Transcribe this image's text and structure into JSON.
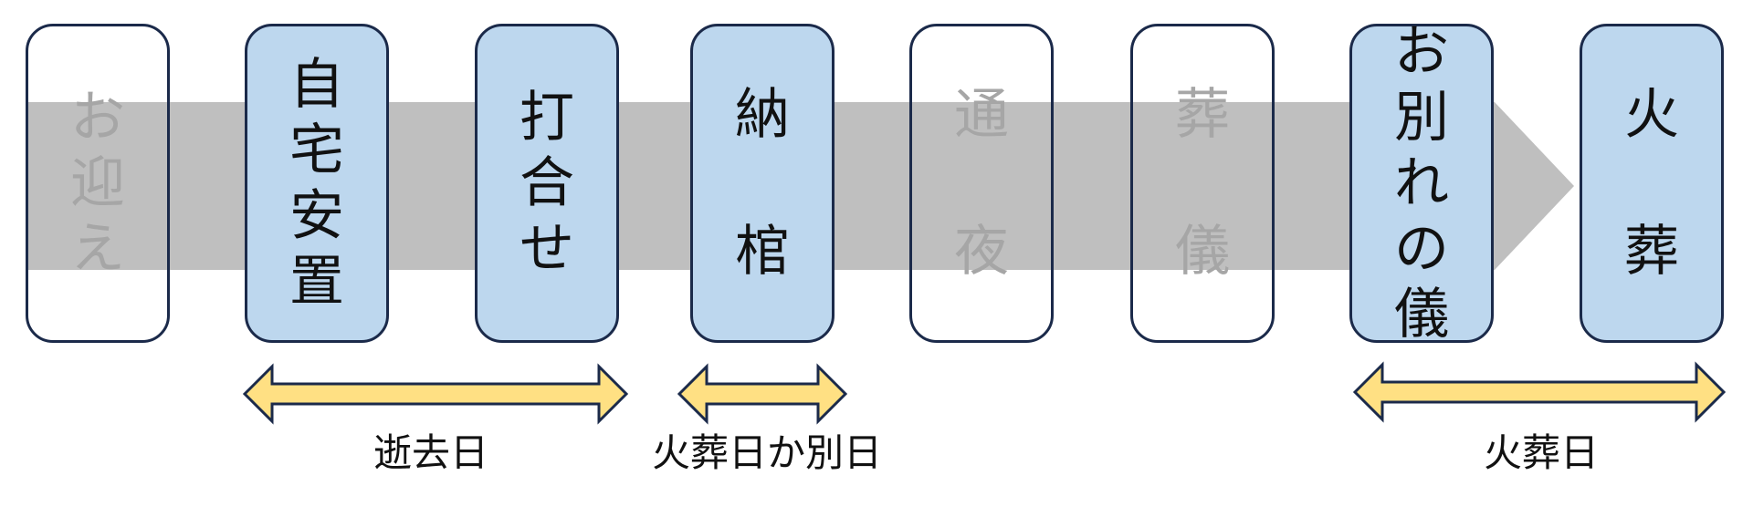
{
  "colors": {
    "flow_band": "#bfbfbf",
    "box_fill_active": "#bdd7ee",
    "box_border": "#1b2a4a",
    "arrow_fill": "#ffe083",
    "text_active": "#111111",
    "text_inactive": "#a6a6a6"
  },
  "steps": [
    {
      "label": "お迎え",
      "active": false
    },
    {
      "label": "自宅安置",
      "active": true
    },
    {
      "label": "打合せ",
      "active": true
    },
    {
      "label": "納棺",
      "active": true
    },
    {
      "label": "通夜",
      "active": false
    },
    {
      "label": "葬儀",
      "active": false
    },
    {
      "label": "お別れの儀",
      "active": true
    },
    {
      "label": "火葬",
      "active": true
    }
  ],
  "ranges": [
    {
      "label": "逝去日",
      "from_step": 2,
      "to_step": 3
    },
    {
      "label": "火葬日か別日",
      "from_step": 4,
      "to_step": 4
    },
    {
      "label": "火葬日",
      "from_step": 7,
      "to_step": 8
    }
  ]
}
